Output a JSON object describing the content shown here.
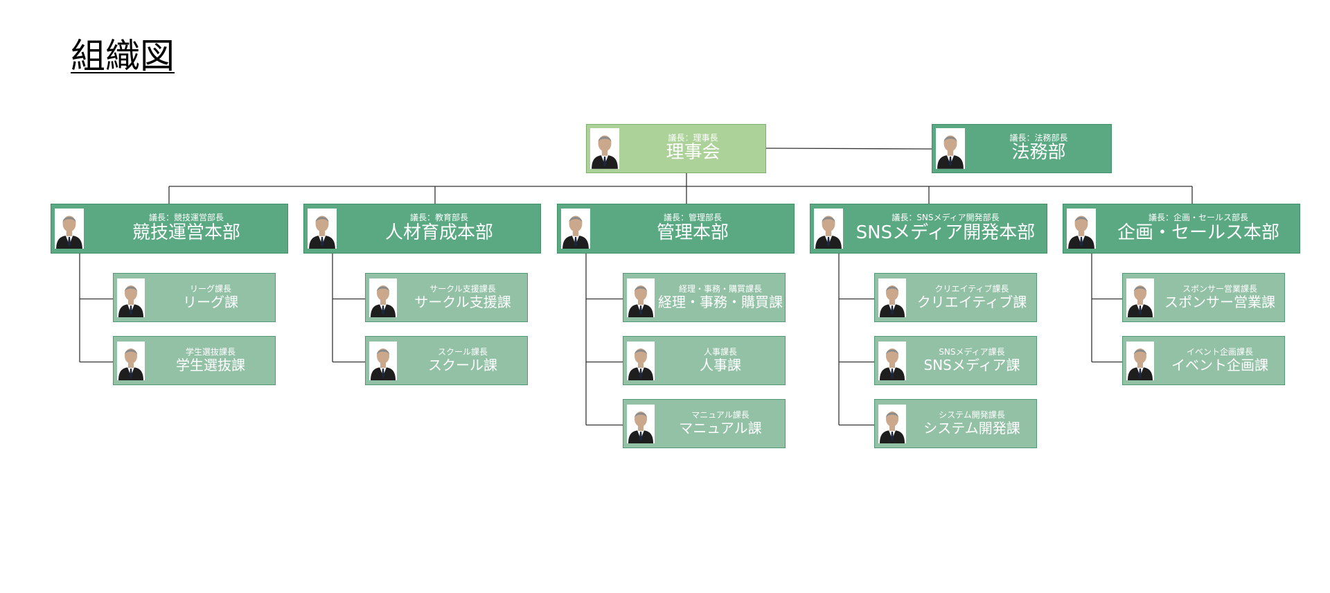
{
  "title": "組織図",
  "colors": {
    "board": "#acd29a",
    "division": "#5aa982",
    "section": "#93c1a6",
    "line": "#333333"
  },
  "board": {
    "role": "議長：理事長",
    "name": "理事会"
  },
  "legal": {
    "role": "議長：法務部長",
    "name": "法務部"
  },
  "divisions": [
    {
      "role": "議長：競技運営部長",
      "name": "競技運営本部",
      "sections": [
        {
          "role": "リーグ課長",
          "name": "リーグ課"
        },
        {
          "role": "学生選抜課長",
          "name": "学生選抜課"
        }
      ]
    },
    {
      "role": "議長：教育部長",
      "name": "人材育成本部",
      "sections": [
        {
          "role": "サークル支援課長",
          "name": "サークル支援課"
        },
        {
          "role": "スクール課長",
          "name": "スクール課"
        }
      ]
    },
    {
      "role": "議長：管理部長",
      "name": "管理本部",
      "sections": [
        {
          "role": "経理・事務・購買課長",
          "name": "経理・事務・購買課"
        },
        {
          "role": "人事課長",
          "name": "人事課"
        },
        {
          "role": "マニュアル課長",
          "name": "マニュアル課"
        }
      ]
    },
    {
      "role": "議長：SNSメディア開発部長",
      "name": "SNSメディア開発本部",
      "sections": [
        {
          "role": "クリエイティブ課長",
          "name": "クリエイティブ課"
        },
        {
          "role": "SNSメディア課長",
          "name": "SNSメディア課"
        },
        {
          "role": "システム開発課長",
          "name": "システム開発課"
        }
      ]
    },
    {
      "role": "議長：企画・セールス部長",
      "name": "企画・セールス本部",
      "sections": [
        {
          "role": "スポンサー営業課長",
          "name": "スポンサー営業課"
        },
        {
          "role": "イベント企画課長",
          "name": "イベント企画課"
        }
      ]
    }
  ]
}
